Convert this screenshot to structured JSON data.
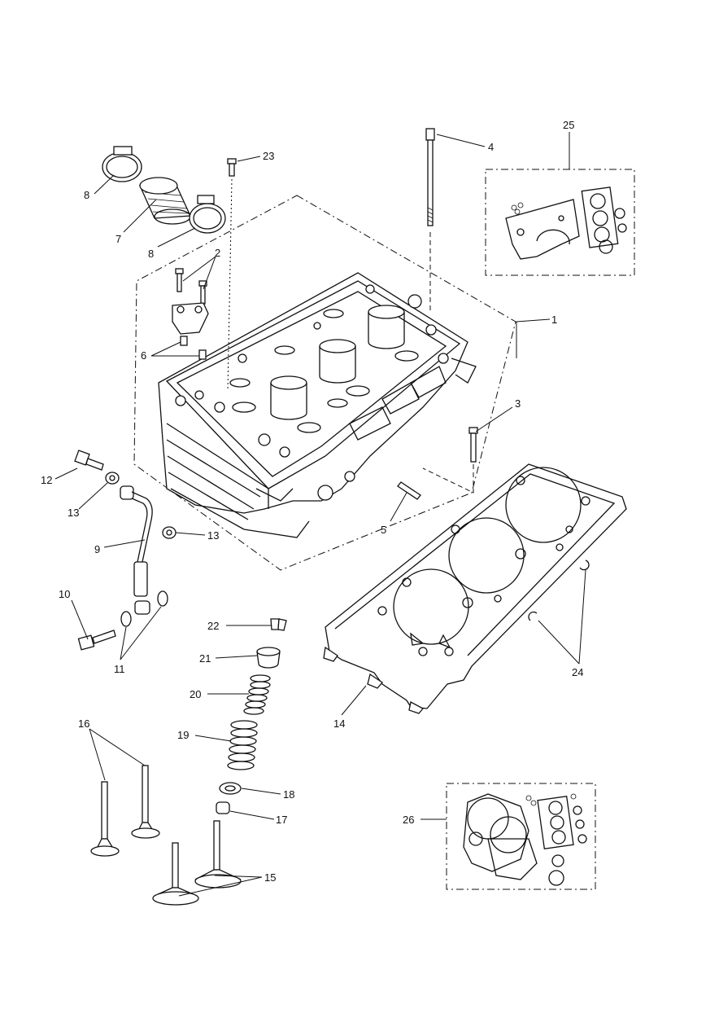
{
  "callouts": {
    "c1": "1",
    "c2": "2",
    "c3": "3",
    "c4": "4",
    "c5": "5",
    "c6": "6",
    "c7": "7",
    "c8a": "8",
    "c8b": "8",
    "c9": "9",
    "c10": "10",
    "c11": "11",
    "c12": "12",
    "c13a": "13",
    "c13b": "13",
    "c14": "14",
    "c15": "15",
    "c16": "16",
    "c17": "17",
    "c18": "18",
    "c19": "19",
    "c20": "20",
    "c21": "21",
    "c22": "22",
    "c23": "23",
    "c24": "24",
    "c25": "25",
    "c26": "26"
  }
}
